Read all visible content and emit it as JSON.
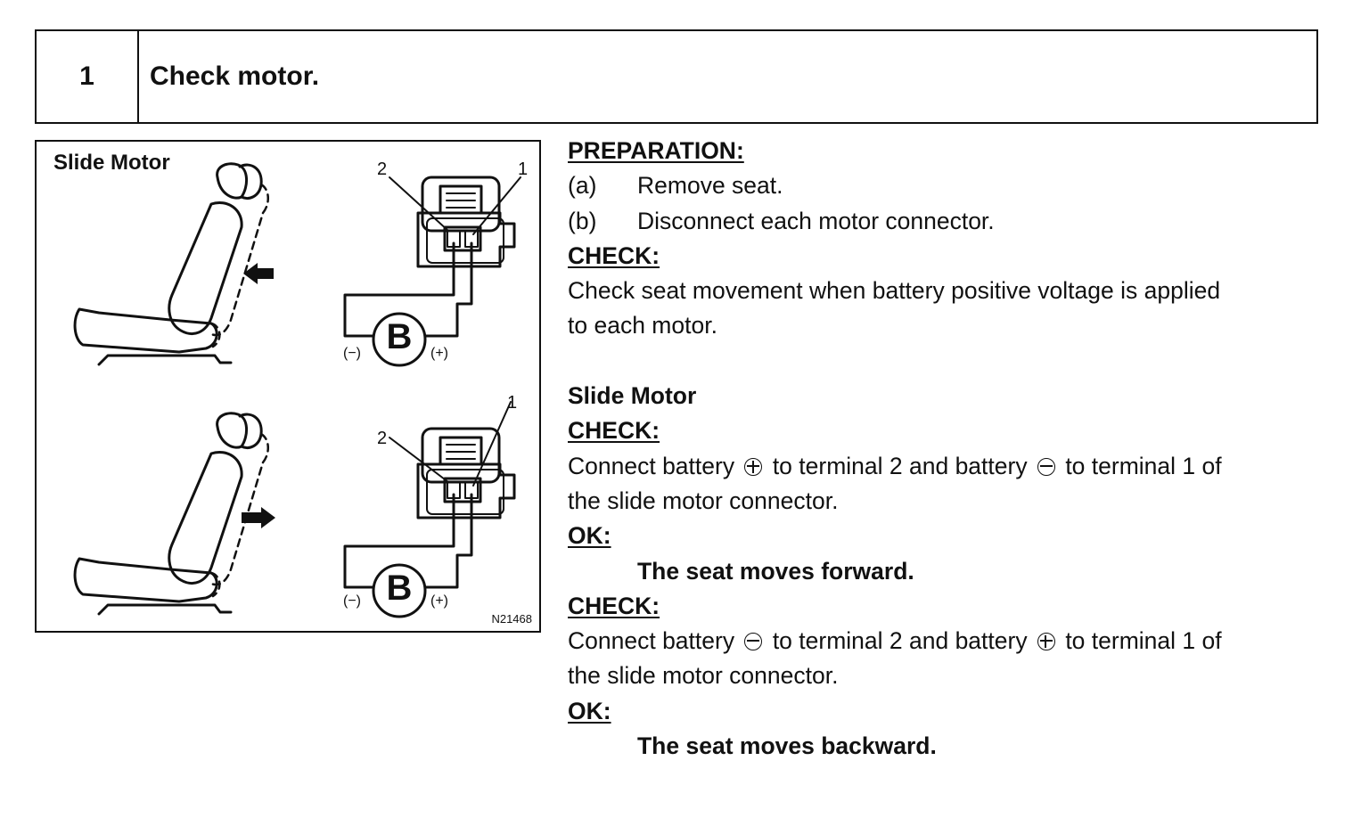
{
  "step": {
    "number": "1",
    "title": "Check motor."
  },
  "figure": {
    "caption": "Slide Motor",
    "code": "N21468",
    "top_connector": {
      "label_left": "2",
      "label_right": "1",
      "battery": "B",
      "neg": "(−)",
      "pos": "(+)"
    },
    "bottom_connector": {
      "label_left": "2",
      "label_right": "1",
      "battery": "B",
      "neg": "(−)",
      "pos": "(+)"
    }
  },
  "content": {
    "preparation_heading": "PREPARATION:",
    "prep_items": [
      {
        "letter": "(a)",
        "text": "Remove seat."
      },
      {
        "letter": "(b)",
        "text": "Disconnect each motor connector."
      }
    ],
    "check1_heading": "CHECK:",
    "check1_lines": [
      "Check seat movement when battery positive voltage is applied",
      "to each motor."
    ],
    "slide_motor_heading": "Slide Motor",
    "check2_heading": "CHECK:",
    "check2": {
      "part1": "Connect battery",
      "part2": "to terminal 2 and battery",
      "part3": "to terminal 1 of",
      "line2": "the slide motor connector."
    },
    "ok1_heading": "OK:",
    "ok1_text": "The seat moves forward.",
    "check3_heading": "CHECK:",
    "check3": {
      "part1": "Connect battery",
      "part2": "to terminal 2 and battery",
      "part3": "to terminal 1 of",
      "line2": "the slide motor connector."
    },
    "ok2_heading": "OK:",
    "ok2_text": "The seat moves backward."
  }
}
